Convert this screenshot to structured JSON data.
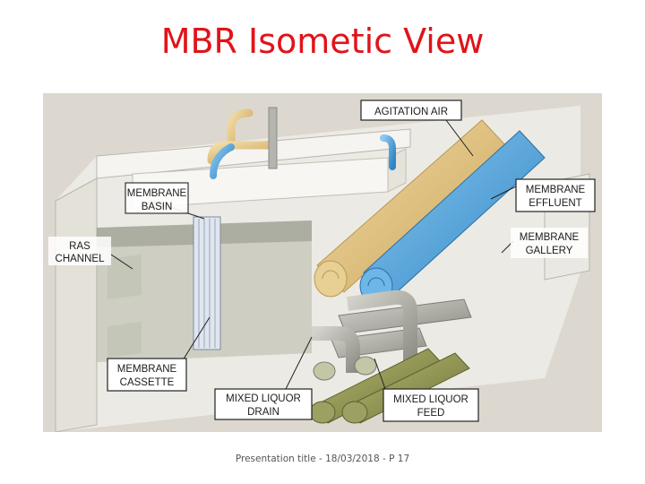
{
  "slide": {
    "title": "MBR Isometic View",
    "footer": "Presentation title - 18/03/2018 - P 17"
  },
  "labels": {
    "agitation_air": "AGITATION AIR",
    "membrane_effluent_1": "MEMBRANE",
    "membrane_effluent_2": "EFFLUENT",
    "membrane_basin_1": "MEMBRANE",
    "membrane_basin_2": "BASIN",
    "ras_channel_1": "RAS",
    "ras_channel_2": "CHANNEL",
    "membrane_gallery_1": "MEMBRANE",
    "membrane_gallery_2": "GALLERY",
    "membrane_cassette_1": "MEMBRANE",
    "membrane_cassette_2": "CASSETTE",
    "mixed_liquor_drain_1": "MIXED LIQUOR",
    "mixed_liquor_drain_2": "DRAIN",
    "mixed_liquor_feed_1": "MIXED LIQUOR",
    "mixed_liquor_feed_2": "FEED"
  },
  "colors": {
    "title": "#e0141a",
    "air_pipe": "#e3c27a",
    "effluent_pipe": "#5aa9de",
    "drain_pipe": "#a8a8a0",
    "feed_pipe": "#8a8f4a",
    "concrete": "#eeeeea",
    "background": "#ddd8cf"
  }
}
